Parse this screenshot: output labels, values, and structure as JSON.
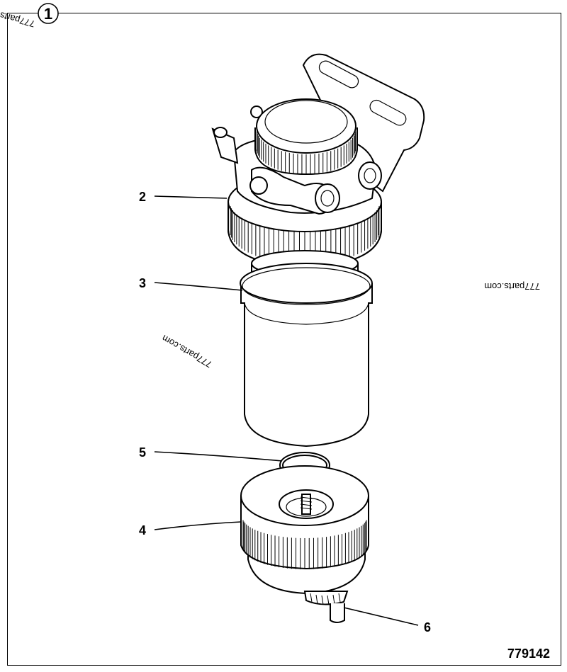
{
  "sheet": {
    "number": "1",
    "drawing_number": "779142"
  },
  "watermarks": [
    "777parts.com",
    "777parts.com",
    "777parts.com"
  ],
  "callouts": [
    {
      "id": "2",
      "label": "2"
    },
    {
      "id": "3",
      "label": "3"
    },
    {
      "id": "5",
      "label": "5"
    },
    {
      "id": "4",
      "label": "4"
    },
    {
      "id": "6",
      "label": "6"
    }
  ]
}
